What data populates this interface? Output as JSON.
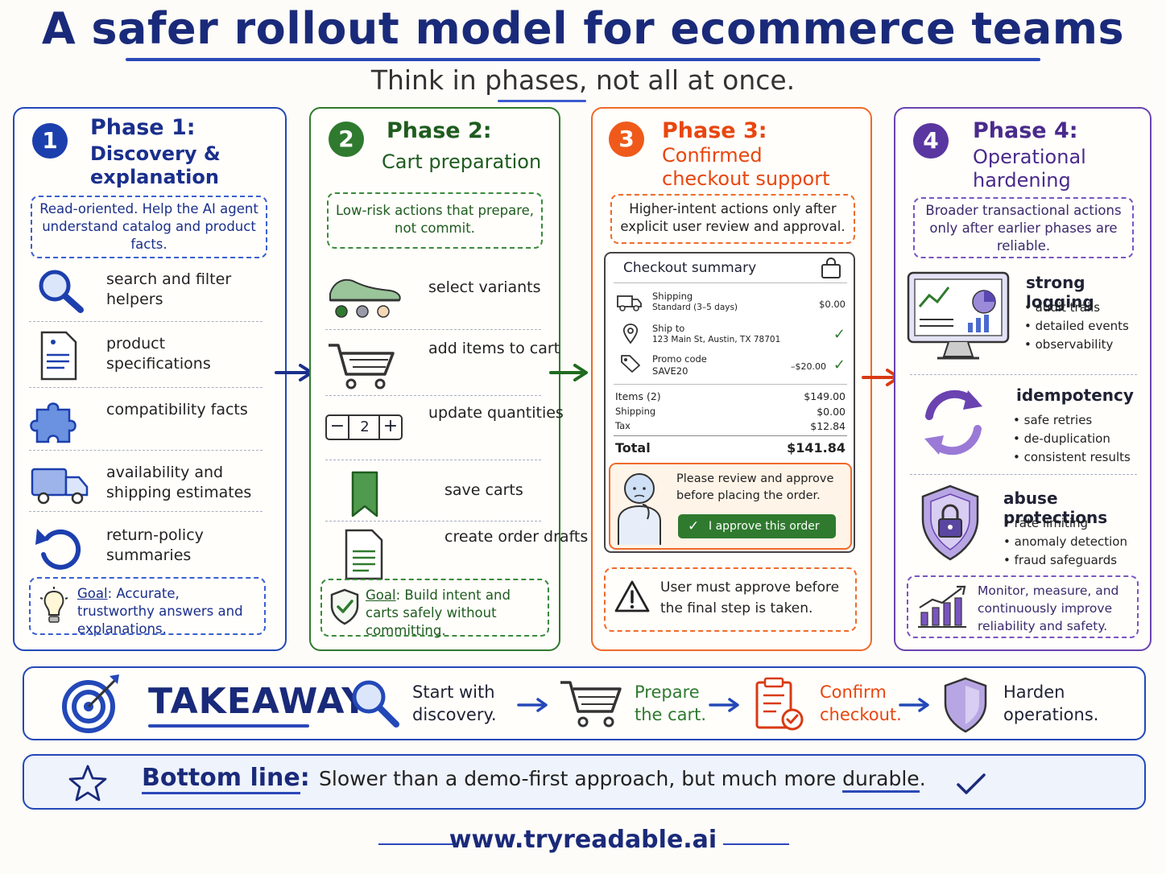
{
  "title": "A safer rollout model for ecommerce teams",
  "subtitle": "Think in phases, not all at once.",
  "phases": [
    {
      "num": "1",
      "title": "Phase 1:",
      "subtitle": "Discovery & explanation",
      "color": "#2348b8",
      "desc": "Read-oriented. Help the AI agent understand catalog and product facts.",
      "items": [
        {
          "label": "search and filter helpers",
          "icon": "magnifier-icon"
        },
        {
          "label": "product specifications",
          "icon": "spec-sheet-icon"
        },
        {
          "label": "compatibility facts",
          "icon": "puzzle-icon"
        },
        {
          "label": "availability and shipping estimates",
          "icon": "truck-icon"
        },
        {
          "label": "return-policy summaries",
          "icon": "return-arrow-icon"
        }
      ],
      "goal_label": "Goal",
      "goal_text": ": Accurate, trustworthy answers and explanations.",
      "goal_icon": "lightbulb-icon"
    },
    {
      "num": "2",
      "title": "Phase 2:",
      "subtitle": "Cart preparation",
      "color": "#2f7a2f",
      "desc": "Low-risk actions that prepare, not commit.",
      "items": [
        {
          "label": "select variants",
          "icon": "sneaker-icon"
        },
        {
          "label": "add items to cart",
          "icon": "cart-icon"
        },
        {
          "label": "update quantities",
          "icon": "quantity-stepper-icon",
          "qty": "2"
        },
        {
          "label": "save carts",
          "icon": "bookmark-icon"
        },
        {
          "label": "create order drafts",
          "icon": "document-icon"
        }
      ],
      "goal_label": "Goal",
      "goal_text": ": Build intent and carts safely without committing.",
      "goal_icon": "shield-check-icon"
    },
    {
      "num": "3",
      "title": "Phase 3:",
      "subtitle": "Confirmed checkout support",
      "color": "#ef6a2a",
      "desc": "Higher-intent actions only after explicit user review and approval.",
      "checkout": {
        "heading": "Checkout summary",
        "shipping_label": "Shipping",
        "shipping_detail": "Standard  (3–5 days)",
        "shipping_amount": "$0.00",
        "shipto_label": "Ship to",
        "shipto_detail": "123 Main St, Austin, TX 78701",
        "promo_label": "Promo code",
        "promo_detail": "SAVE20",
        "promo_amount": "–$20.00",
        "items_label": "Items (2)",
        "items_amount": "$149.00",
        "ship2_label": "Shipping",
        "ship2_amount": "$0.00",
        "tax_label": "Tax",
        "tax_amount": "$12.84",
        "total_label": "Total",
        "total_amount": "$141.84",
        "review_text": "Please review and approve before placing the order.",
        "approve_button": "I approve this order"
      },
      "warning": "User must approve before the final step is taken."
    },
    {
      "num": "4",
      "title": "Phase 4:",
      "subtitle": "Operational hardening",
      "color": "#6a43b0",
      "desc": "Broader transactional actions only after earlier phases are reliable.",
      "sections": [
        {
          "heading": "strong logging",
          "bullets": [
            "audit trails",
            "detailed events",
            "observability"
          ],
          "icon": "monitor-dashboard-icon"
        },
        {
          "heading": "idempotency",
          "bullets": [
            "safe retries",
            "de-duplication",
            "consistent results"
          ],
          "icon": "cycle-arrows-icon"
        },
        {
          "heading": "abuse protections",
          "bullets": [
            "rate limiting",
            "anomaly detection",
            "fraud safeguards"
          ],
          "icon": "shield-lock-icon"
        }
      ],
      "goal_text": "Monitor, measure, and continuously improve reliability and safety.",
      "goal_icon": "growth-chart-icon"
    }
  ],
  "takeaway": {
    "label": "TAKEAWAY",
    "steps": [
      {
        "text": "Start with discovery.",
        "color": "#1f2233",
        "icon": "magnifier-icon"
      },
      {
        "text": "Prepare the cart.",
        "color": "#2f7a2f",
        "icon": "cart-icon"
      },
      {
        "text": "Confirm checkout.",
        "color": "#ef4a1a",
        "icon": "clipboard-check-icon"
      },
      {
        "text": "Harden operations.",
        "color": "#1f2233",
        "icon": "shield-icon"
      }
    ]
  },
  "bottom_line": {
    "label": "Bottom line",
    "colon": ":",
    "text_before": "Slower than a demo-first approach, but much more",
    "text_emph": "durable",
    "text_after": "."
  },
  "footer": "www.tryreadable.ai",
  "colors": {
    "blue": "#2348b8",
    "green": "#2f7a2f",
    "orange": "#ef6a2a",
    "purple": "#6a43b0"
  }
}
